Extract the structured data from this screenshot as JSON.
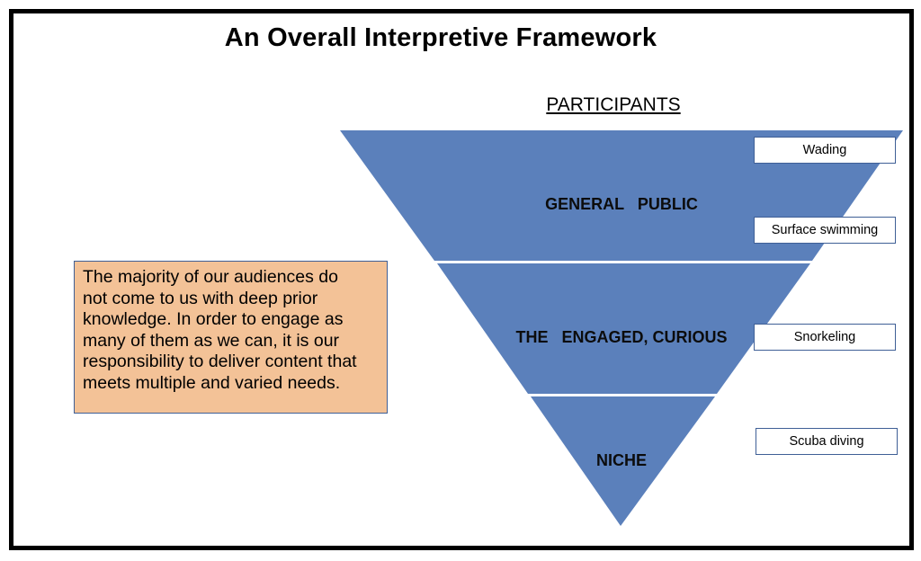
{
  "title": "An Overall Interpretive Framework",
  "participants_heading": "PARTICIPANTS",
  "tiers": [
    {
      "label": "GENERAL   PUBLIC"
    },
    {
      "label": "THE   ENGAGED, CURIOUS"
    },
    {
      "label": "NICHE"
    }
  ],
  "callout": {
    "lines": [
      "The majority of our audiences do",
      "not come to us with deep prior",
      "knowledge.  In order to engage as",
      "many of them as we can, it is our",
      "responsibility to deliver content that",
      "meets multiple and varied needs."
    ]
  },
  "depth_labels": [
    "Wading",
    "Surface swimming",
    "Snorkeling",
    "Scuba diving"
  ],
  "colors": {
    "funnel_fill": "#5b80bb",
    "callout_fill": "#f3c297",
    "border": "#3f5f96"
  }
}
